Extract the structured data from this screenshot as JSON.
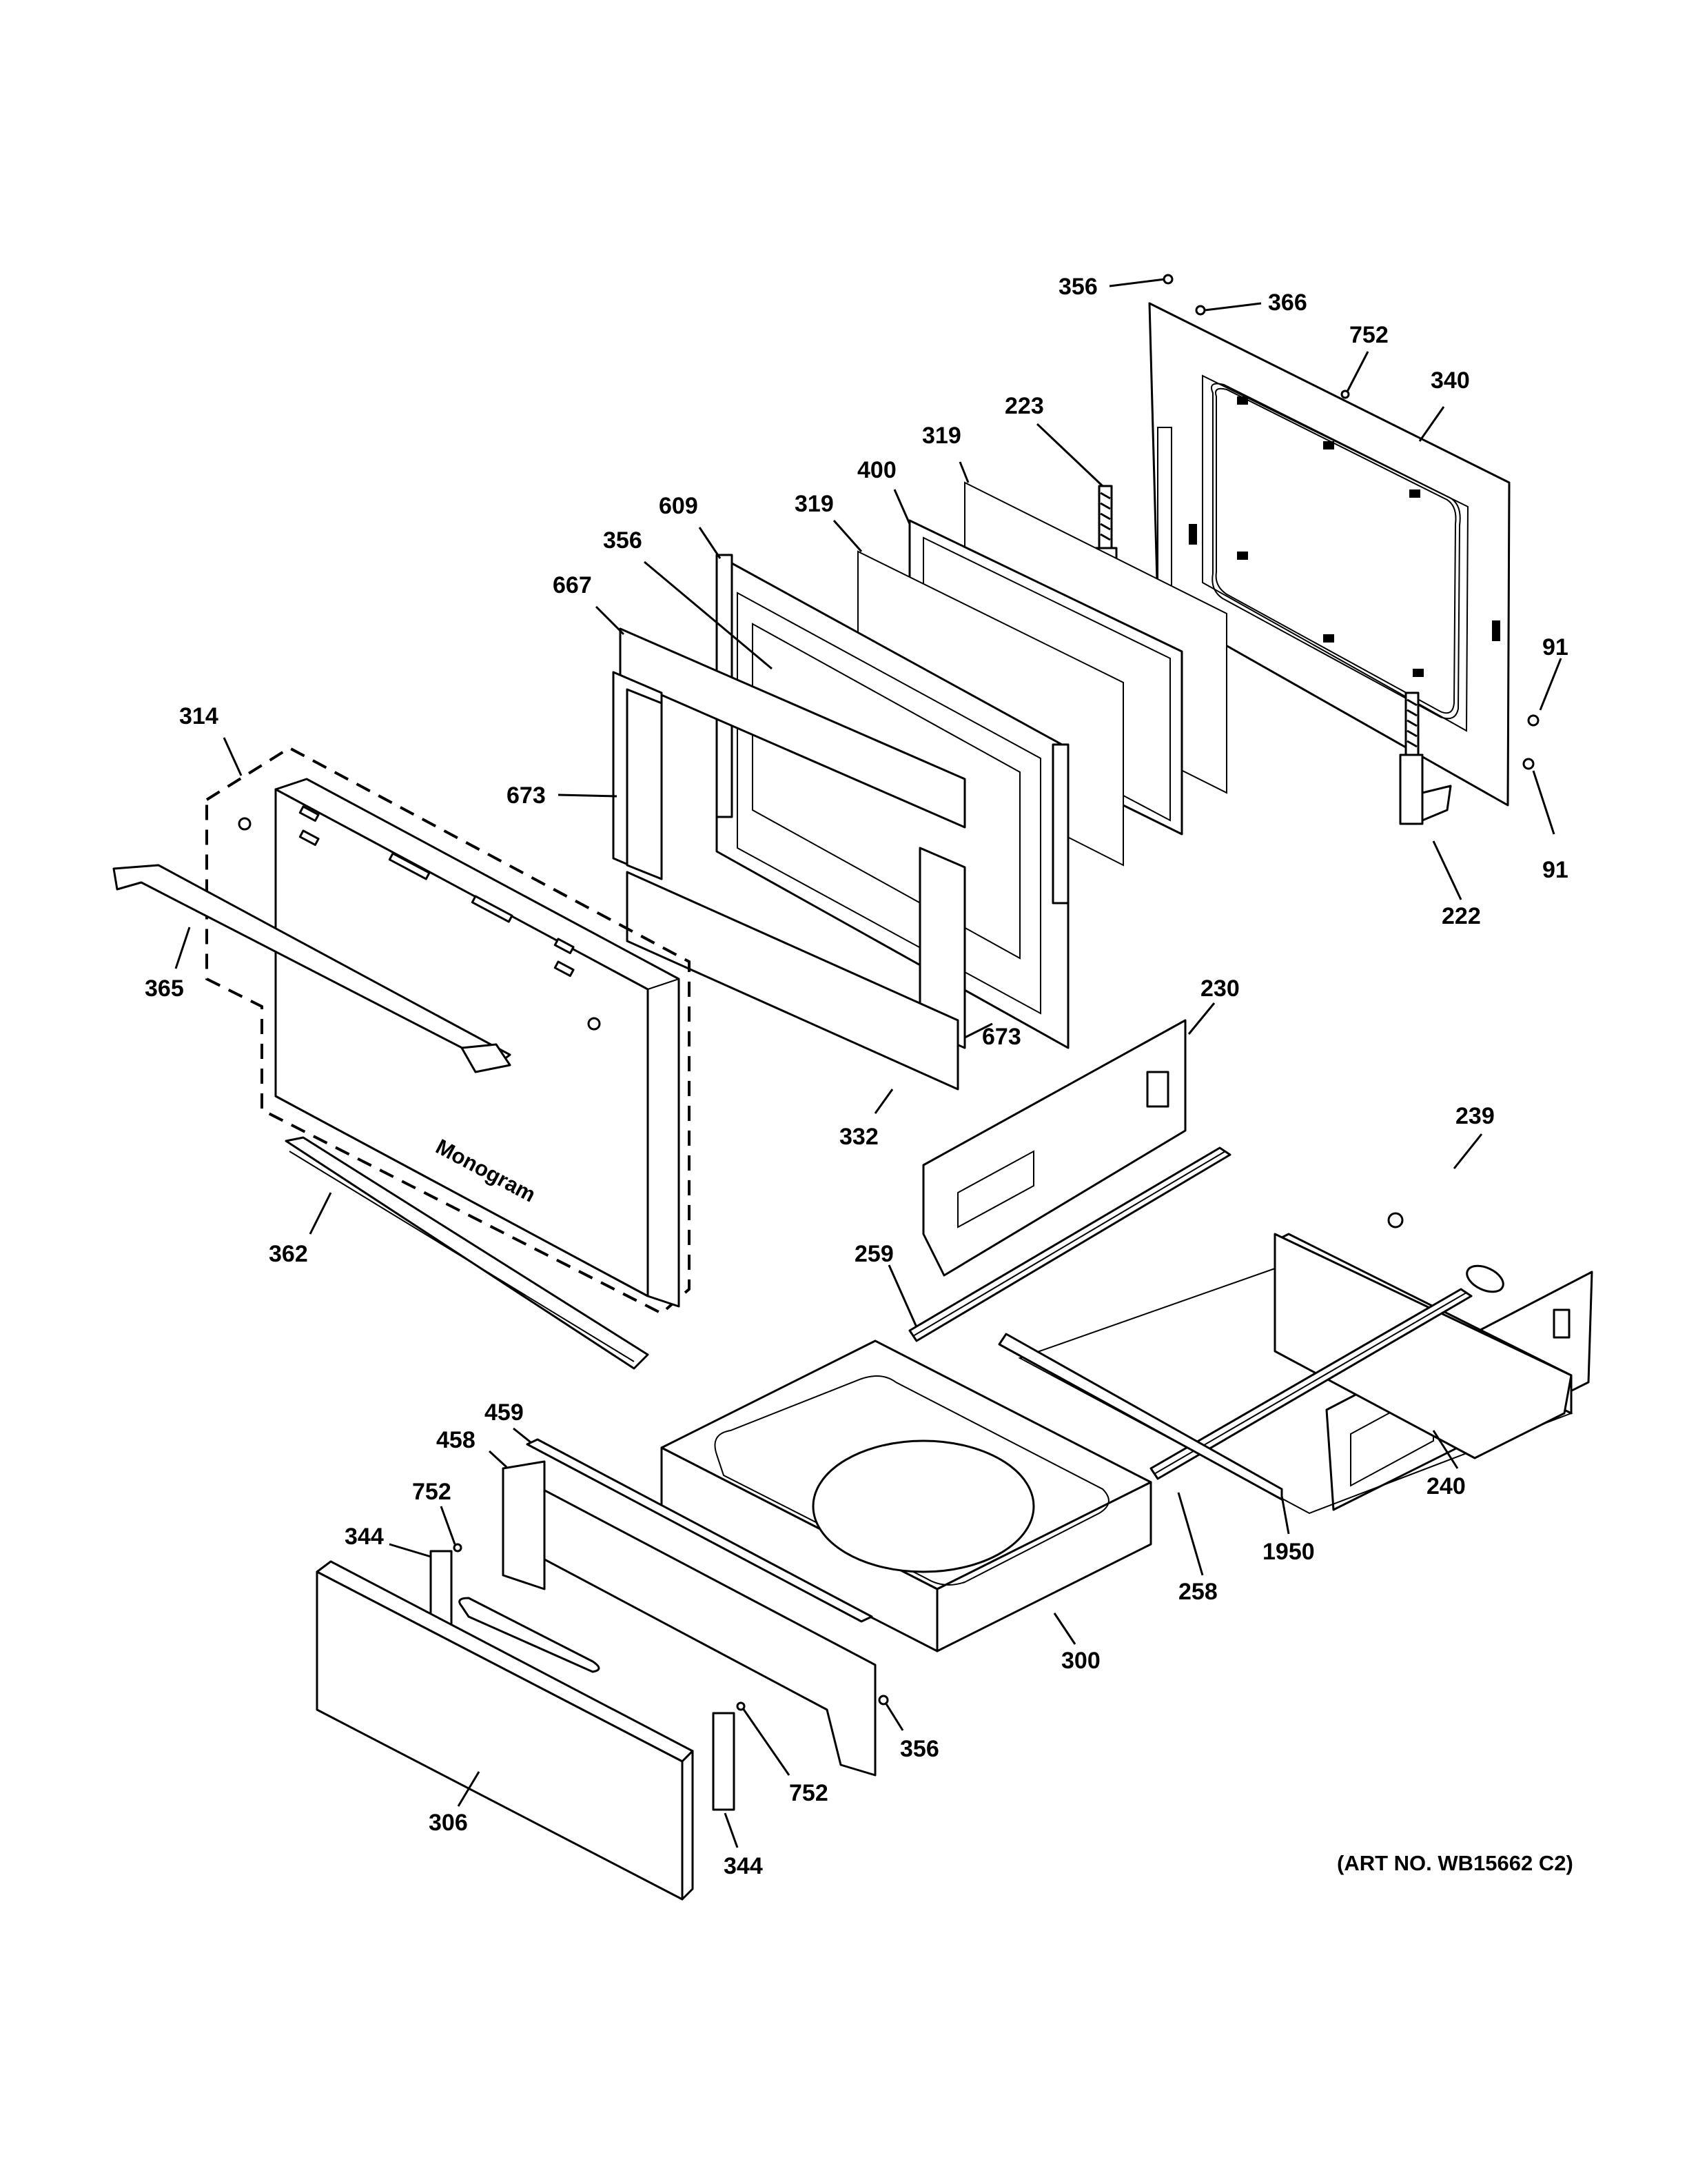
{
  "diagram": {
    "art_number": "(ART NO. WB15662 C2)",
    "brand_mark": "Monogram",
    "callouts": {
      "c356_top": "356",
      "c366": "366",
      "c752_top": "752",
      "c340": "340",
      "c223": "223",
      "c319_a": "319",
      "c400": "400",
      "c319_b": "319",
      "c609": "609",
      "c356_mid": "356",
      "c667": "667",
      "c314": "314",
      "c673_a": "673",
      "c673_b": "673",
      "c365": "365",
      "c332": "332",
      "c91_a": "91",
      "c91_b": "91",
      "c222": "222",
      "c230": "230",
      "c239": "239",
      "c362": "362",
      "c259": "259",
      "c459": "459",
      "c458": "458",
      "c752_left": "752",
      "c344_a": "344",
      "c240": "240",
      "c1950": "1950",
      "c258": "258",
      "c300": "300",
      "c356_bottom": "356",
      "c752_bottom": "752",
      "c306": "306",
      "c344_b": "344"
    }
  }
}
